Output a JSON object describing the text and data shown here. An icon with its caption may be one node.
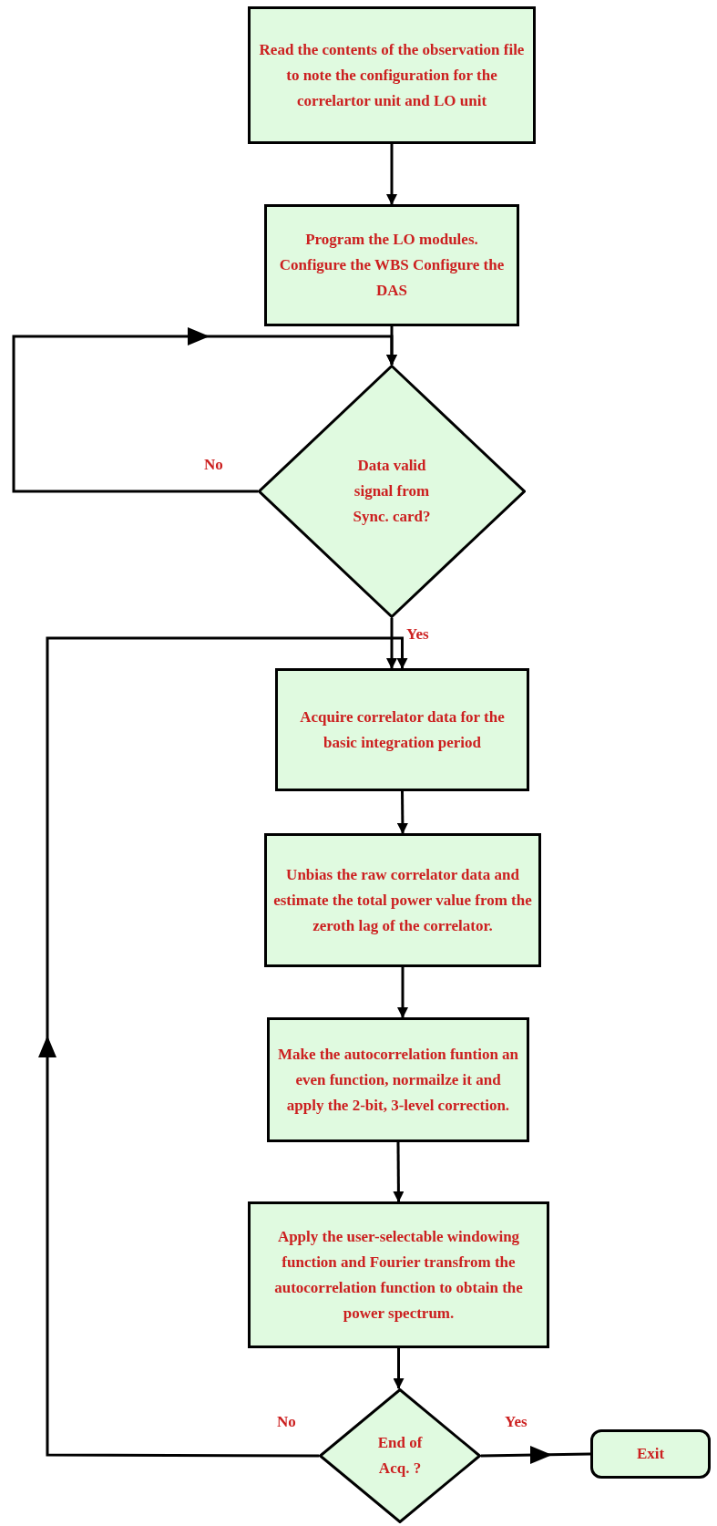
{
  "diagram": {
    "nodes": [
      {
        "text": [
          "Read the contents of the observation file to note the configuration for the correlartor unit and LO unit"
        ]
      },
      {
        "text": [
          "Program the LO modules. Configure the WBS Configure the DAS"
        ]
      },
      {
        "text": [
          "Data valid signal from Sync. card?"
        ]
      },
      {
        "text": [
          "Acquire correlator data for the basic integration period"
        ]
      },
      {
        "text": [
          "Unbias the raw correlator data and estimate the total power value from the zeroth lag of the correlator."
        ]
      },
      {
        "text": [
          "Make the autocorrelation funtion an even function, normailze it and apply the 2-bit, 3-level correction."
        ]
      },
      {
        "text": [
          "Apply the user-selectable windowing function and Fourier transfrom the autocorrelation function to obtain the power spectrum."
        ]
      },
      {
        "text": [
          "End of Acq. ?"
        ]
      },
      {
        "text": [
          "Exit"
        ]
      }
    ],
    "edges": [
      {
        "from": 0,
        "to": 1,
        "arrow": "to"
      },
      {
        "from": 1,
        "to": 2,
        "arrow": "to"
      },
      {
        "from": 2,
        "to": 2,
        "label": "No",
        "arrow": "to"
      },
      {
        "from": 2,
        "to": 3,
        "label": "Yes",
        "arrow": "to"
      },
      {
        "from": 3,
        "to": 4,
        "arrow": "to"
      },
      {
        "from": 4,
        "to": 5,
        "arrow": "to"
      },
      {
        "from": 5,
        "to": 6,
        "arrow": "to"
      },
      {
        "from": 6,
        "to": 7,
        "arrow": "to"
      },
      {
        "from": 7,
        "to": 3,
        "label": "No",
        "arrow": "to"
      },
      {
        "from": 7,
        "to": 8,
        "label": "Yes",
        "arrow": "to"
      }
    ]
  }
}
